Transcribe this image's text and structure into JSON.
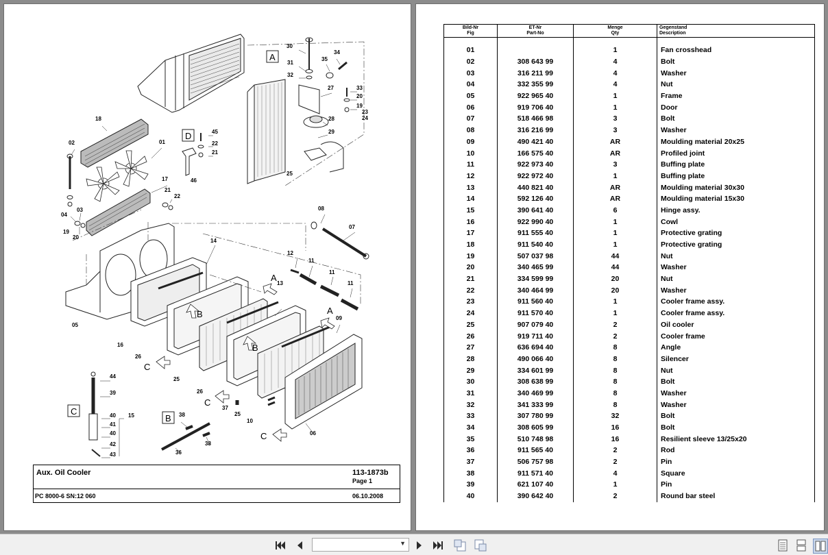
{
  "left_page": {
    "box_labels": [
      "A",
      "D",
      "C",
      "B"
    ],
    "callouts": [
      "30",
      "31",
      "32",
      "34",
      "35",
      "27",
      "33",
      "20",
      "19",
      "23",
      "24",
      "28",
      "29",
      "25",
      "18",
      "02",
      "01",
      "45",
      "22",
      "21",
      "46",
      "17",
      "21",
      "22",
      "03",
      "04",
      "19",
      "20",
      "08",
      "07",
      "14",
      "12",
      "11",
      "11",
      "11",
      "A",
      "13",
      "A",
      "09",
      "B",
      "B",
      "05",
      "16",
      "26",
      "C",
      "25",
      "26",
      "C",
      "37",
      "25",
      "10",
      "C",
      "06",
      "44",
      "39",
      "40",
      "41",
      "40",
      "42",
      "43",
      "15",
      "38",
      "36",
      "38"
    ],
    "title_block": {
      "title": "Aux. Oil Cooler",
      "doc_number": "113-1873b",
      "page": "Page 1",
      "model": "PC 8000-6 SN:12 060",
      "date": "06.10.2008"
    }
  },
  "parts_table": {
    "headers": [
      {
        "line1": "Bild-Nr",
        "line2": "Fig"
      },
      {
        "line1": "ET-Nr",
        "line2": "Part-No"
      },
      {
        "line1": "Menge",
        "line2": "Qty"
      },
      {
        "line1": "Gegenstand",
        "line2": "Description"
      }
    ],
    "rows": [
      {
        "fig": "01",
        "part": "",
        "qty": "1",
        "desc": "Fan crosshead"
      },
      {
        "fig": "02",
        "part": "308 643 99",
        "qty": "4",
        "desc": "Bolt"
      },
      {
        "fig": "03",
        "part": "316 211 99",
        "qty": "4",
        "desc": "Washer"
      },
      {
        "fig": "04",
        "part": "332 355 99",
        "qty": "4",
        "desc": "Nut"
      },
      {
        "fig": "05",
        "part": "922 965 40",
        "qty": "1",
        "desc": "Frame"
      },
      {
        "fig": "06",
        "part": "919 706 40",
        "qty": "1",
        "desc": "Door"
      },
      {
        "fig": "07",
        "part": "518 466 98",
        "qty": "3",
        "desc": "Bolt"
      },
      {
        "fig": "08",
        "part": "316 216 99",
        "qty": "3",
        "desc": "Washer"
      },
      {
        "fig": "09",
        "part": "490 421 40",
        "qty": "AR",
        "desc": "Moulding material 20x25"
      },
      {
        "fig": "10",
        "part": "166 575 40",
        "qty": "AR",
        "desc": "Profiled joint"
      },
      {
        "fig": "11",
        "part": "922 973 40",
        "qty": "3",
        "desc": "Buffing plate"
      },
      {
        "fig": "12",
        "part": "922 972 40",
        "qty": "1",
        "desc": "Buffing plate"
      },
      {
        "fig": "13",
        "part": "440 821 40",
        "qty": "AR",
        "desc": "Moulding material 30x30"
      },
      {
        "fig": "14",
        "part": "592 126 40",
        "qty": "AR",
        "desc": "Moulding material 15x30"
      },
      {
        "fig": "15",
        "part": "390 641 40",
        "qty": "6",
        "desc": "Hinge assy."
      },
      {
        "fig": "16",
        "part": "922 990 40",
        "qty": "1",
        "desc": "Cowl"
      },
      {
        "fig": "17",
        "part": "911 555 40",
        "qty": "1",
        "desc": "Protective grating"
      },
      {
        "fig": "18",
        "part": "911 540 40",
        "qty": "1",
        "desc": "Protective grating"
      },
      {
        "fig": "19",
        "part": "507 037 98",
        "qty": "44",
        "desc": "Nut"
      },
      {
        "fig": "20",
        "part": "340 465 99",
        "qty": "44",
        "desc": "Washer"
      },
      {
        "fig": "21",
        "part": "334 599 99",
        "qty": "20",
        "desc": "Nut"
      },
      {
        "fig": "22",
        "part": "340 464 99",
        "qty": "20",
        "desc": "Washer"
      },
      {
        "fig": "23",
        "part": "911 560 40",
        "qty": "1",
        "desc": "Cooler frame assy."
      },
      {
        "fig": "24",
        "part": "911 570 40",
        "qty": "1",
        "desc": "Cooler frame assy."
      },
      {
        "fig": "25",
        "part": "907 079 40",
        "qty": "2",
        "desc": "Oil cooler"
      },
      {
        "fig": "26",
        "part": "919 711 40",
        "qty": "2",
        "desc": "Cooler frame"
      },
      {
        "fig": "27",
        "part": "636 694 40",
        "qty": "8",
        "desc": "Angle"
      },
      {
        "fig": "28",
        "part": "490 066 40",
        "qty": "8",
        "desc": "Silencer"
      },
      {
        "fig": "29",
        "part": "334 601 99",
        "qty": "8",
        "desc": "Nut"
      },
      {
        "fig": "30",
        "part": "308 638 99",
        "qty": "8",
        "desc": "Bolt"
      },
      {
        "fig": "31",
        "part": "340 469 99",
        "qty": "8",
        "desc": "Washer"
      },
      {
        "fig": "32",
        "part": "341 333 99",
        "qty": "8",
        "desc": "Washer"
      },
      {
        "fig": "33",
        "part": "307 780 99",
        "qty": "32",
        "desc": "Bolt"
      },
      {
        "fig": "34",
        "part": "308 605 99",
        "qty": "16",
        "desc": "Bolt"
      },
      {
        "fig": "35",
        "part": "510 748 98",
        "qty": "16",
        "desc": "Resilient sleeve 13/25x20"
      },
      {
        "fig": "36",
        "part": "911 565 40",
        "qty": "2",
        "desc": "Rod"
      },
      {
        "fig": "37",
        "part": "506 757 98",
        "qty": "2",
        "desc": "Pin"
      },
      {
        "fig": "38",
        "part": "911 571 40",
        "qty": "4",
        "desc": "Square"
      },
      {
        "fig": "39",
        "part": "621 107 40",
        "qty": "1",
        "desc": "Pin"
      },
      {
        "fig": "40",
        "part": "390 642 40",
        "qty": "2",
        "desc": "Round bar steel"
      }
    ]
  },
  "toolbar": {
    "icons": [
      "first-page-icon",
      "prev-page-icon",
      "next-page-icon",
      "last-page-icon",
      "rotate-back-icon",
      "rotate-forward-icon",
      "single-page-view-icon",
      "continuous-view-icon",
      "two-page-view-icon"
    ],
    "page_select_value": ""
  }
}
